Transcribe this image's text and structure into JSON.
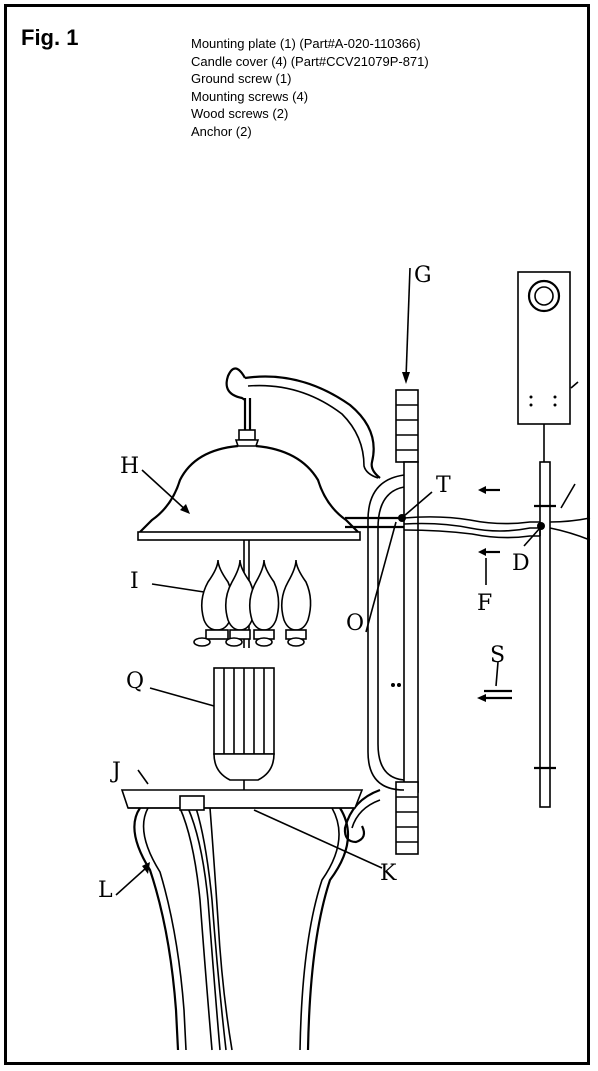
{
  "figure": {
    "title": "Fig. 1",
    "parts": [
      "Mounting plate (1) (Part#A-020-110366)",
      "Candle cover (4) (Part#CCV21079P-871)",
      "Ground screw (1)",
      "Mounting screws (4)",
      "Wood screws (2)",
      "Anchor (2)"
    ]
  },
  "labels": {
    "G": "G",
    "H": "H",
    "T": "T",
    "D": "D",
    "F": "F",
    "O": "O",
    "I": "I",
    "S": "S",
    "Q": "Q",
    "J": "J",
    "K": "K",
    "L": "L"
  }
}
